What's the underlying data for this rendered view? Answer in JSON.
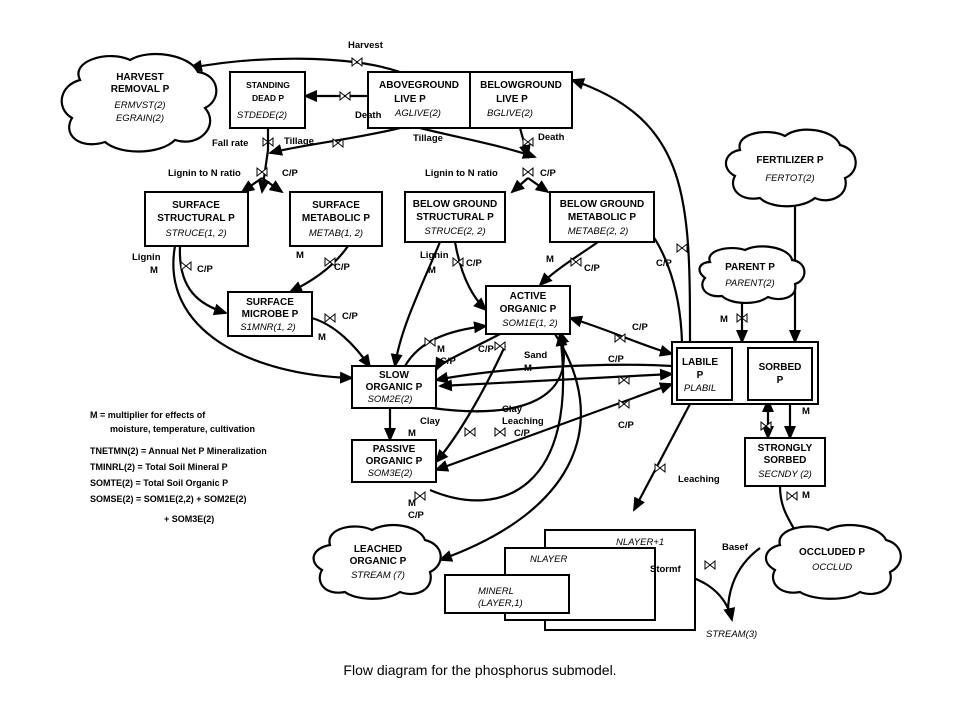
{
  "caption": "Flow diagram for the phosphorus submodel.",
  "pools": {
    "harvest_removal": {
      "name1": "HARVEST",
      "name2": "REMOVAL P",
      "var1": "ERMVST(2)",
      "var2": "EGRAIN(2)"
    },
    "standing_dead": {
      "name1": "STANDING",
      "name2": "DEAD P",
      "var": "STDEDE(2)"
    },
    "aboveground_live": {
      "name1": "ABOVEGROUND",
      "name2": "LIVE P",
      "var": "AGLIVE(2)"
    },
    "belowground_live": {
      "name1": "BELOWGROUND",
      "name2": "LIVE P",
      "var": "BGLIVE(2)"
    },
    "fertilizer": {
      "name": "FERTILIZER P",
      "var": "FERTOT(2)"
    },
    "surface_structural": {
      "name1": "SURFACE",
      "name2": "STRUCTURAL P",
      "var": "STRUCE(1, 2)"
    },
    "surface_metabolic": {
      "name1": "SURFACE",
      "name2": "METABOLIC P",
      "var": "METAB(1, 2)"
    },
    "below_structural": {
      "name1": "BELOW GROUND",
      "name2": "STRUCTURAL P",
      "var": "STRUCE(2, 2)"
    },
    "below_metabolic": {
      "name1": "BELOW GROUND",
      "name2": "METABOLIC P",
      "var": "METABE(2, 2)"
    },
    "parent": {
      "name": "PARENT P",
      "var": "PARENT(2)"
    },
    "surface_microbe": {
      "name1": "SURFACE",
      "name2": "MICROBE P",
      "var": "S1MNR(1, 2)"
    },
    "active_organic": {
      "name1": "ACTIVE",
      "name2": "ORGANIC P",
      "var": "SOM1E(1, 2)"
    },
    "slow_organic": {
      "name1": "SLOW",
      "name2": "ORGANIC P",
      "var": "SOM2E(2)"
    },
    "labile": {
      "name1": "LABILE",
      "name2": "P",
      "var": "PLABIL"
    },
    "sorbed": {
      "name1": "SORBED",
      "name2": "P"
    },
    "passive_organic": {
      "name1": "PASSIVE",
      "name2": "ORGANIC P",
      "var": "SOM3E(2)"
    },
    "strongly_sorbed": {
      "name1": "STRONGLY",
      "name2": "SORBED",
      "var": "SECNDY (2)"
    },
    "leached_organic": {
      "name1": "LEACHED",
      "name2": "ORGANIC P",
      "var": "STREAM (7)"
    },
    "occluded": {
      "name": "OCCLUDED P",
      "var": "OCCLUD"
    },
    "layers": {
      "top": "NLAYER+1",
      "mid": "NLAYER",
      "minerl1": "MINERL",
      "minerl2": "(LAYER,1)"
    },
    "stream3": "STREAM(3)"
  },
  "flow_labels": {
    "harvest": "Harvest",
    "death1": "Death",
    "death2": "Death",
    "fall_rate": "Fall rate",
    "tillage1": "Tillage",
    "tillage2": "Tillage",
    "lignin_n1": "Lignin to N ratio",
    "cp1": "C/P",
    "lignin_n2": "Lignin to N ratio",
    "cp2": "C/P",
    "lignin1": "Lignin",
    "m1": "M",
    "cp3": "C/P",
    "m2": "M",
    "cp4": "C/P",
    "lignin2": "Lignin",
    "m3": "M",
    "cp5": "C/P",
    "m4": "M",
    "cp6": "C/P",
    "cp7": "C/P",
    "m5": "M",
    "cp8": "C/P",
    "cp9": "C/P",
    "m6": "M",
    "cp10": "C/P",
    "sand": "Sand",
    "m7": "M",
    "cp11": "C/P",
    "cp12": "C/P",
    "cp13": "C/P",
    "clay1": "Clay",
    "m8": "M",
    "clay2": "Clay",
    "leaching1": "Leaching",
    "cp14": "C/P",
    "cp15": "C/P",
    "m9": "M",
    "m10": "M",
    "m11": "M",
    "cp16": "C/P",
    "leaching2": "Leaching",
    "basef": "Basef",
    "stormf": "Stormf"
  },
  "legend": [
    "M = multiplier for effects of",
    "moisture, temperature, cultivation",
    "TNETMN(2) = Annual Net P Mineralization",
    "TMINRL(2) = Total Soil Mineral P",
    "SOMTE(2) = Total Soil Organic P",
    "SOMSE(2) = SOM1E(2,2) + SOM2E(2)",
    "+ SOM3E(2)"
  ]
}
